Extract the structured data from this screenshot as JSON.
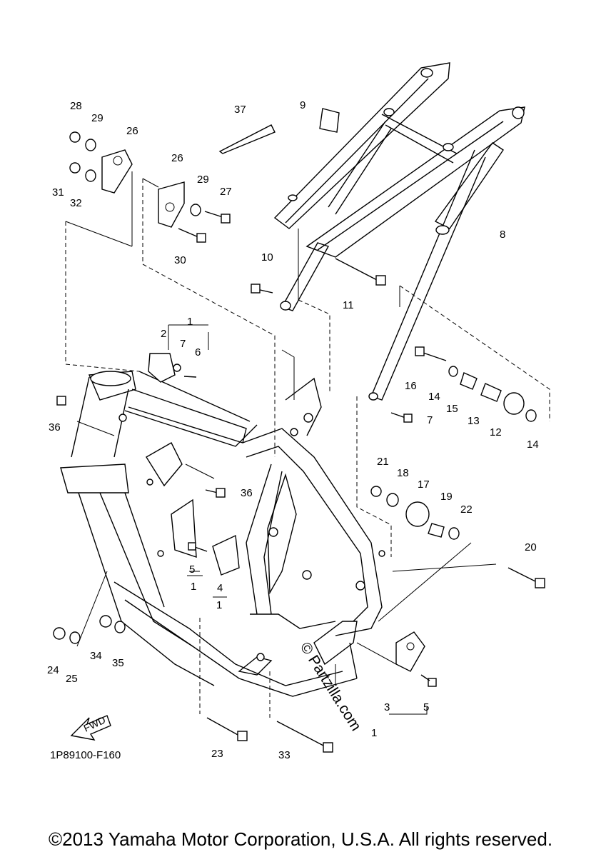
{
  "callouts": [
    "1",
    "2",
    "3",
    "4",
    "5",
    "6",
    "7",
    "8",
    "9",
    "10",
    "11",
    "12",
    "13",
    "14",
    "15",
    "16",
    "17",
    "18",
    "19",
    "20",
    "21",
    "22",
    "23",
    "24",
    "25",
    "26",
    "27",
    "28",
    "29",
    "30",
    "31",
    "32",
    "33",
    "34",
    "35",
    "36",
    "37"
  ],
  "sub_callouts": {
    "bracket_5": "5",
    "bracket_5_sub": "1",
    "bracket_4": "4",
    "bracket_4_sub": "1"
  },
  "fwd_label": "FWD",
  "diagram_code": "1P89100-F160",
  "watermark": "© Partzilla.com",
  "copyright": "©2013 Yamaha Motor Corporation, U.S.A. All rights reserved."
}
